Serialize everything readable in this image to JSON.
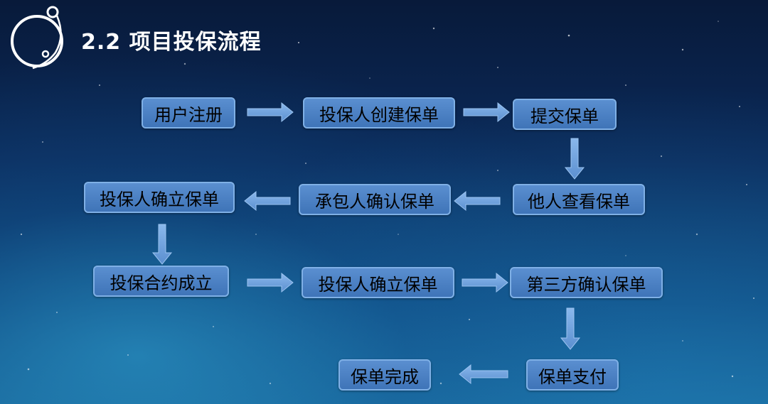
{
  "title": "2.2 项目投保流程",
  "colors": {
    "node_fill": "#4a80c4",
    "node_border": "#7fb0e6",
    "arrow": "#6a9fdc"
  },
  "logo_icon": "orbit-planet-icon",
  "flow": {
    "nodes": [
      {
        "id": "n1",
        "label": "用户注册"
      },
      {
        "id": "n2",
        "label": "投保人创建保单"
      },
      {
        "id": "n3",
        "label": "提交保单"
      },
      {
        "id": "n4",
        "label": "他人查看保单"
      },
      {
        "id": "n5",
        "label": "承包人确认保单"
      },
      {
        "id": "n6",
        "label": "投保人确立保单"
      },
      {
        "id": "n7",
        "label": "投保合约成立"
      },
      {
        "id": "n8",
        "label": "投保人确立保单"
      },
      {
        "id": "n9",
        "label": "第三方确认保单"
      },
      {
        "id": "n10",
        "label": "保单支付"
      },
      {
        "id": "n11",
        "label": "保单完成"
      }
    ],
    "edges": [
      {
        "from": "n1",
        "to": "n2"
      },
      {
        "from": "n2",
        "to": "n3"
      },
      {
        "from": "n3",
        "to": "n4"
      },
      {
        "from": "n4",
        "to": "n5"
      },
      {
        "from": "n5",
        "to": "n6"
      },
      {
        "from": "n6",
        "to": "n7"
      },
      {
        "from": "n7",
        "to": "n8"
      },
      {
        "from": "n8",
        "to": "n9"
      },
      {
        "from": "n9",
        "to": "n10"
      },
      {
        "from": "n10",
        "to": "n11"
      }
    ]
  }
}
